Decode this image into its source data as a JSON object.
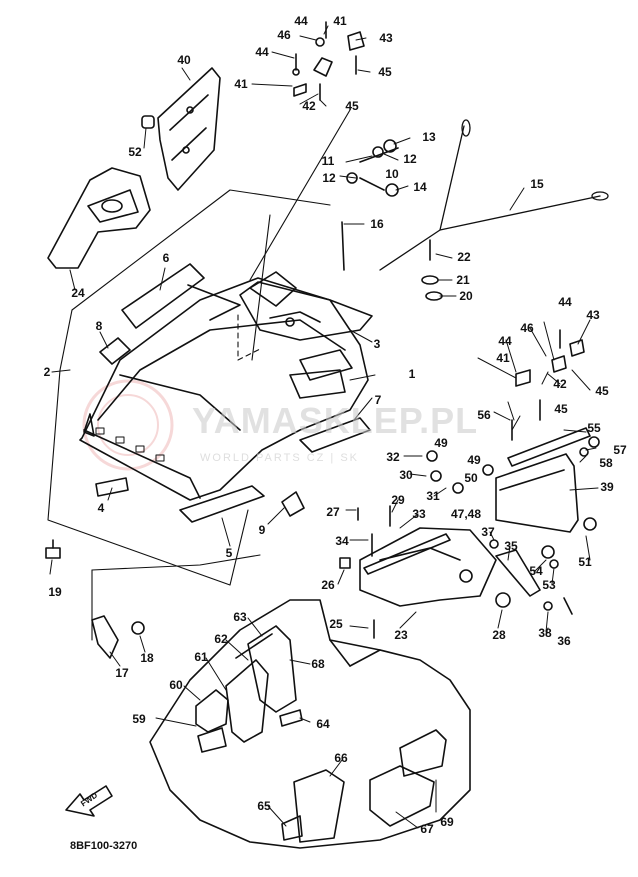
{
  "diagram": {
    "drawing_code": "8BF100-3270",
    "watermark": "YAMASKLEP.PL",
    "watermark_sub": "WORLD PARTS CZ | SK",
    "fwd_label": "FWD",
    "callouts": [
      "1",
      "2",
      "3",
      "4",
      "5",
      "6",
      "7",
      "8",
      "9",
      "10",
      "11",
      "12",
      "12",
      "13",
      "14",
      "15",
      "16",
      "17",
      "18",
      "19",
      "20",
      "21",
      "22",
      "23",
      "24",
      "25",
      "26",
      "27",
      "28",
      "29",
      "30",
      "31",
      "32",
      "33",
      "34",
      "35",
      "36",
      "37",
      "38",
      "39",
      "40",
      "41",
      "41",
      "41",
      "42",
      "42",
      "43",
      "43",
      "44",
      "44",
      "44",
      "44",
      "45",
      "45",
      "45",
      "45",
      "46",
      "46",
      "47,48",
      "49",
      "49",
      "50",
      "51",
      "52",
      "53",
      "54",
      "55",
      "56",
      "57",
      "58",
      "59",
      "60",
      "61",
      "62",
      "63",
      "64",
      "65",
      "66",
      "67",
      "67",
      "68",
      "69"
    ]
  }
}
